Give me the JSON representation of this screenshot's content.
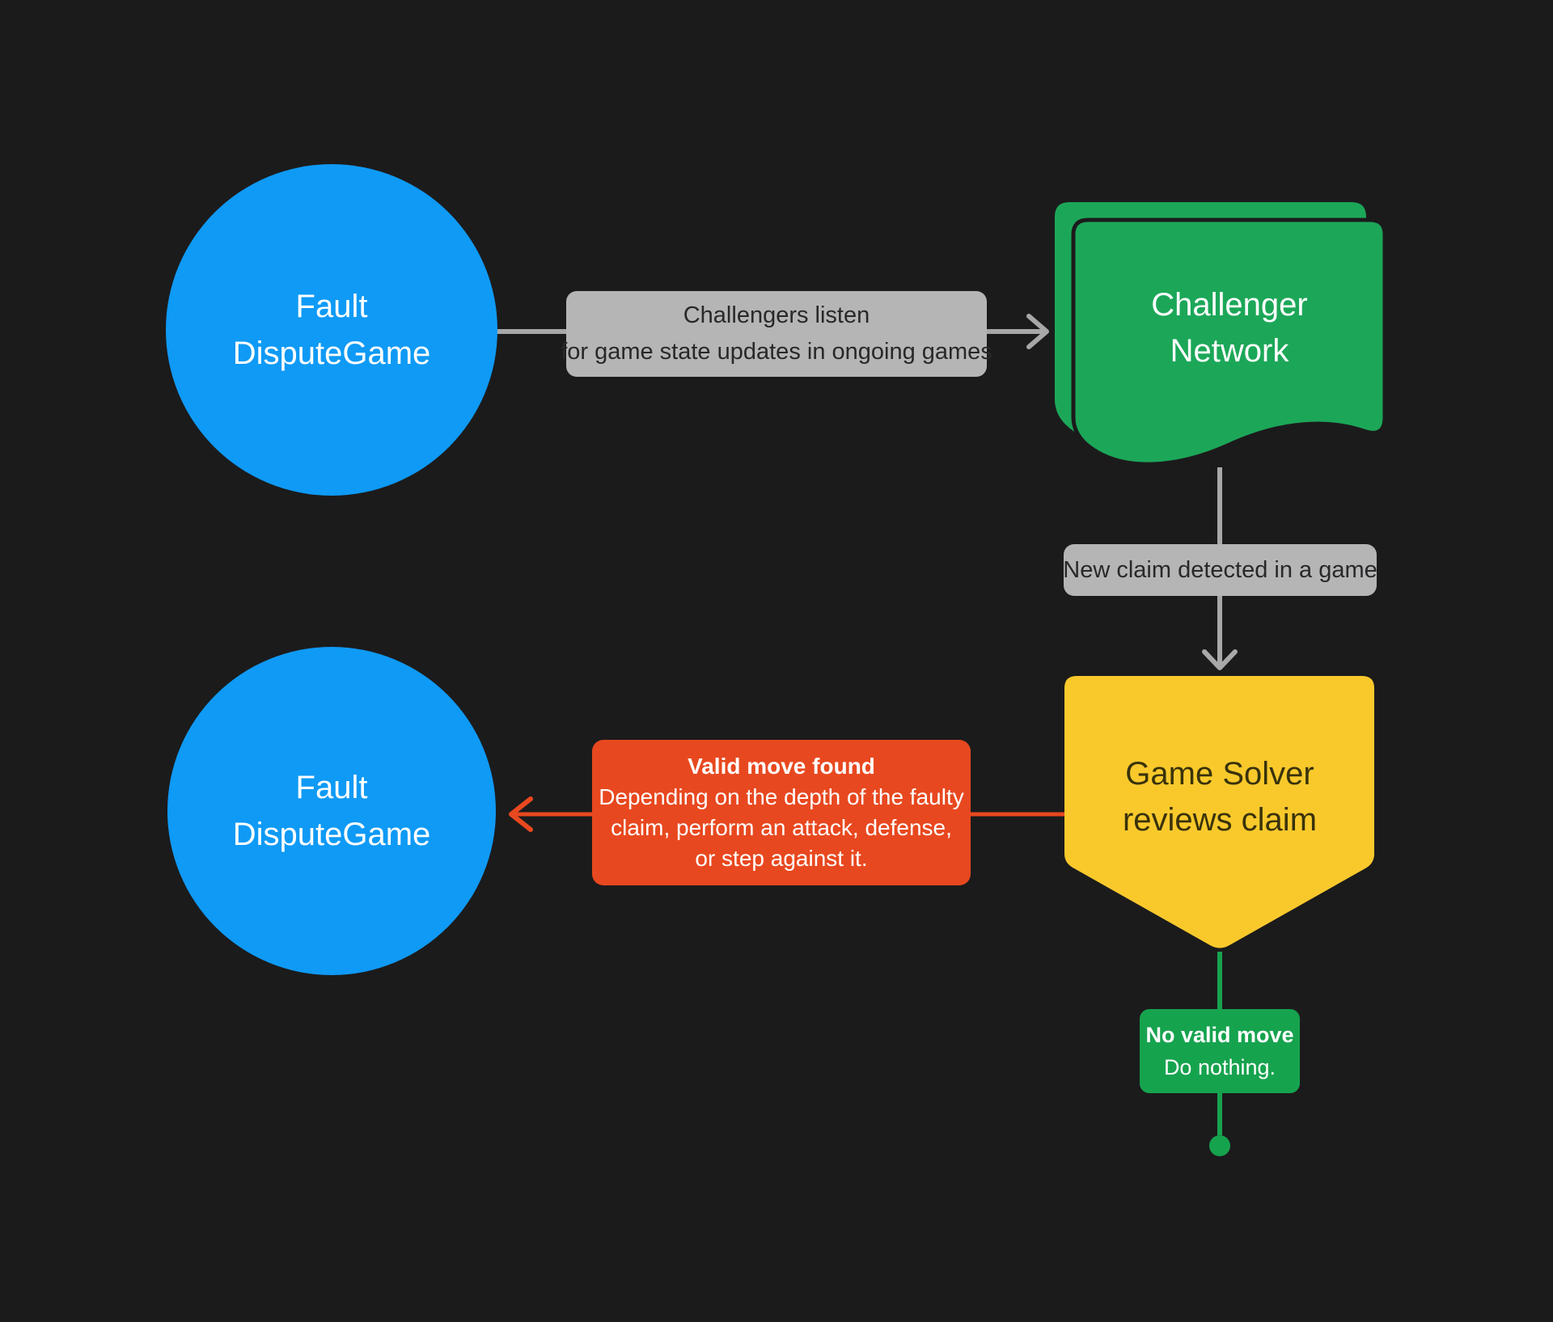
{
  "colors": {
    "background": "#1b1b1c",
    "blue": "#0f9af5",
    "gray_label_bg": "#b5b5b6",
    "gray_label_text": "#28282a",
    "gray_line": "#a8a8a8",
    "green_doc": "#1ca758",
    "green_box": "#16a34e",
    "yellow": "#f9c92c",
    "yellow_text": "#39320b",
    "red": "#e8481f",
    "white": "#ffffff"
  },
  "nodes": {
    "fault_top": {
      "line1": "Fault",
      "line2": "DisputeGame"
    },
    "challenger": {
      "line1": "Challenger",
      "line2": "Network"
    },
    "solver": {
      "line1": "Game Solver",
      "line2": "reviews claim"
    },
    "fault_bottom": {
      "line1": "Fault",
      "line2": "DisputeGame"
    }
  },
  "edge_labels": {
    "listen": {
      "line1": "Challengers listen",
      "line2": "for game state updates in ongoing games"
    },
    "new_claim": {
      "text": "New claim detected in a game"
    },
    "valid_move": {
      "title": "Valid move found",
      "line1": "Depending on the depth of the faulty",
      "line2": "claim, perform an attack, defense,",
      "line3": "or step against it."
    },
    "no_valid_move": {
      "title": "No valid move",
      "body": "Do nothing."
    }
  }
}
